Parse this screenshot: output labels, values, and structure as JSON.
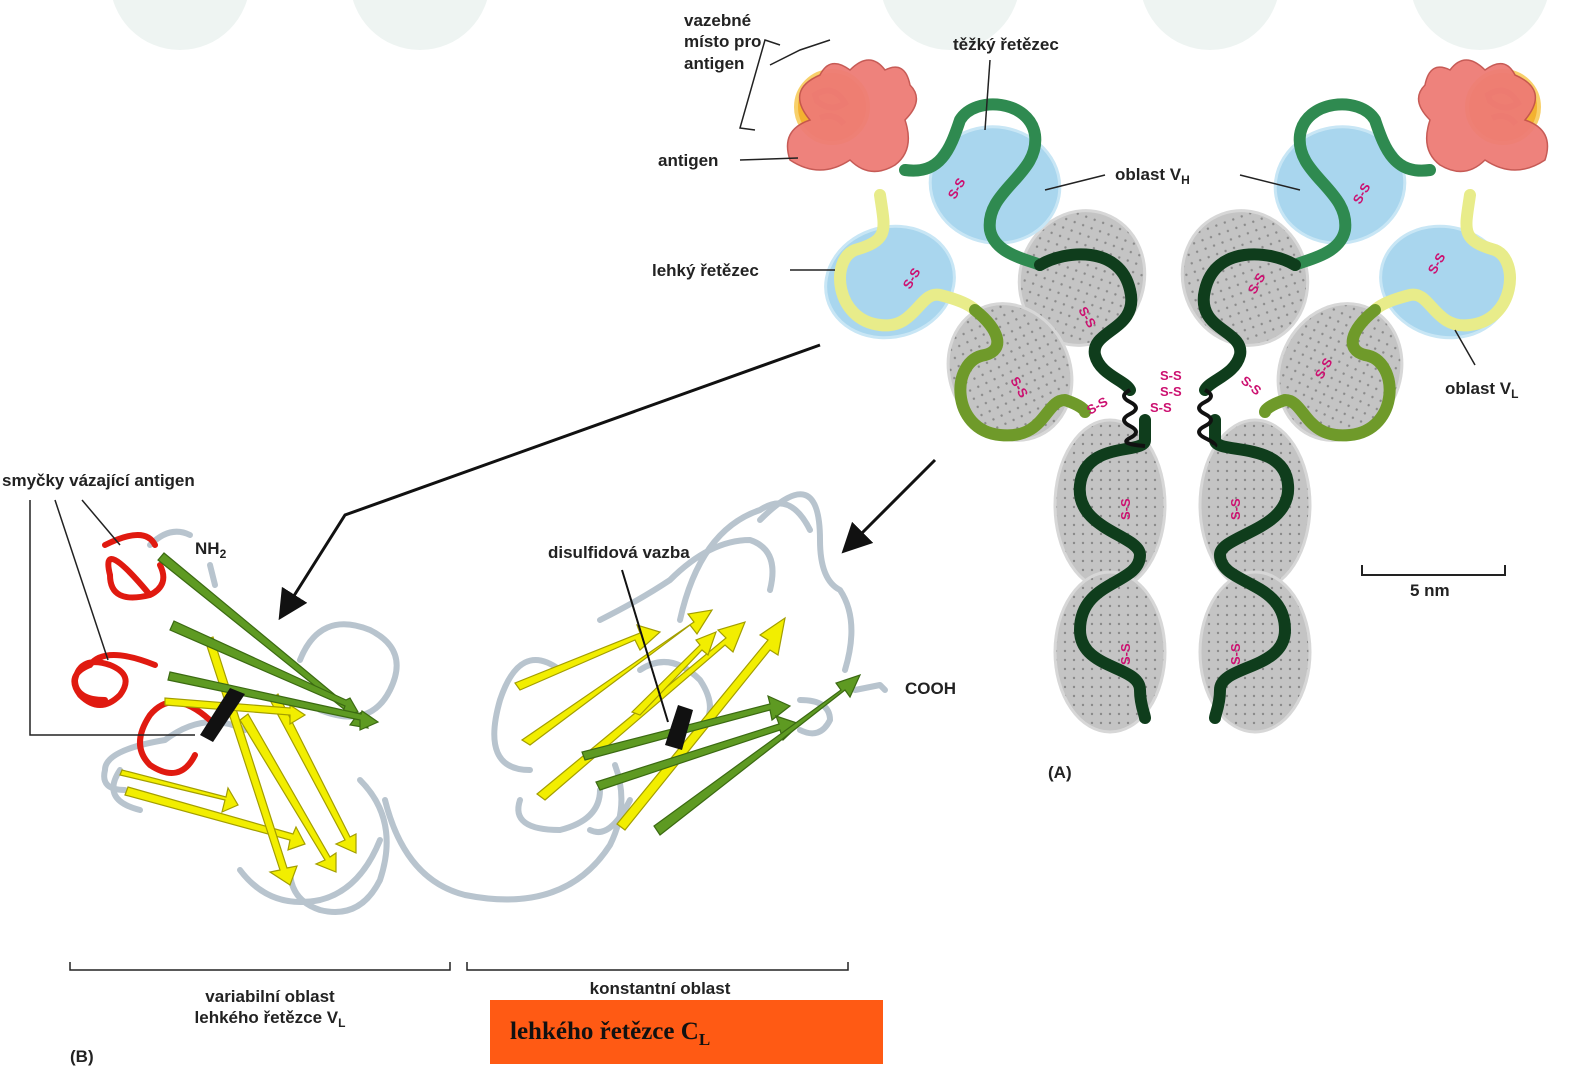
{
  "panel_a": {
    "binding_site_line1": "vazebné",
    "binding_site_line2": "místo pro",
    "binding_site_line3": "antigen",
    "heavy_chain": "těžký řetězec",
    "antigen": "antigen",
    "vh_region": "oblast V",
    "vh_sub": "H",
    "light_chain": "lehký řetězec",
    "vl_region": "oblast V",
    "vl_sub": "L",
    "scale_bar": "5 nm",
    "panel_letter": "(A)",
    "disulfide_bond_symbol": "S-S"
  },
  "panel_b": {
    "loops_label": "smyčky vázající antigen",
    "nh2": "NH",
    "nh2_sub": "2",
    "disulfide_label": "disulfidová vazba",
    "cooh": "COOH",
    "variable_line1": "variabilní oblast",
    "variable_line2": "lehkého řetězce V",
    "variable_sub": "L",
    "constant_line1": "konstantní oblast",
    "panel_letter": "(B)"
  },
  "highlight_box": {
    "text": "lehkého řetězce C",
    "sub": "L",
    "color": "#ff5a14"
  },
  "colors": {
    "heavy_chain": "#0f3d1c",
    "vh_chain": "#2f8a50",
    "light_chain": "#e8ec8a",
    "light_constant": "#6f9a2a",
    "variable_domain": "#a9d6ee",
    "constant_domain": "#c4c4c4",
    "antigen": "#f3b230",
    "binding_loop": "#ee7c76",
    "disulfide": "#cc1070",
    "beta_yellow": "#f2ee00",
    "beta_green": "#5e9a22",
    "antigen_loop_red": "#e01a10",
    "coil_grey": "#b8c4ce"
  }
}
